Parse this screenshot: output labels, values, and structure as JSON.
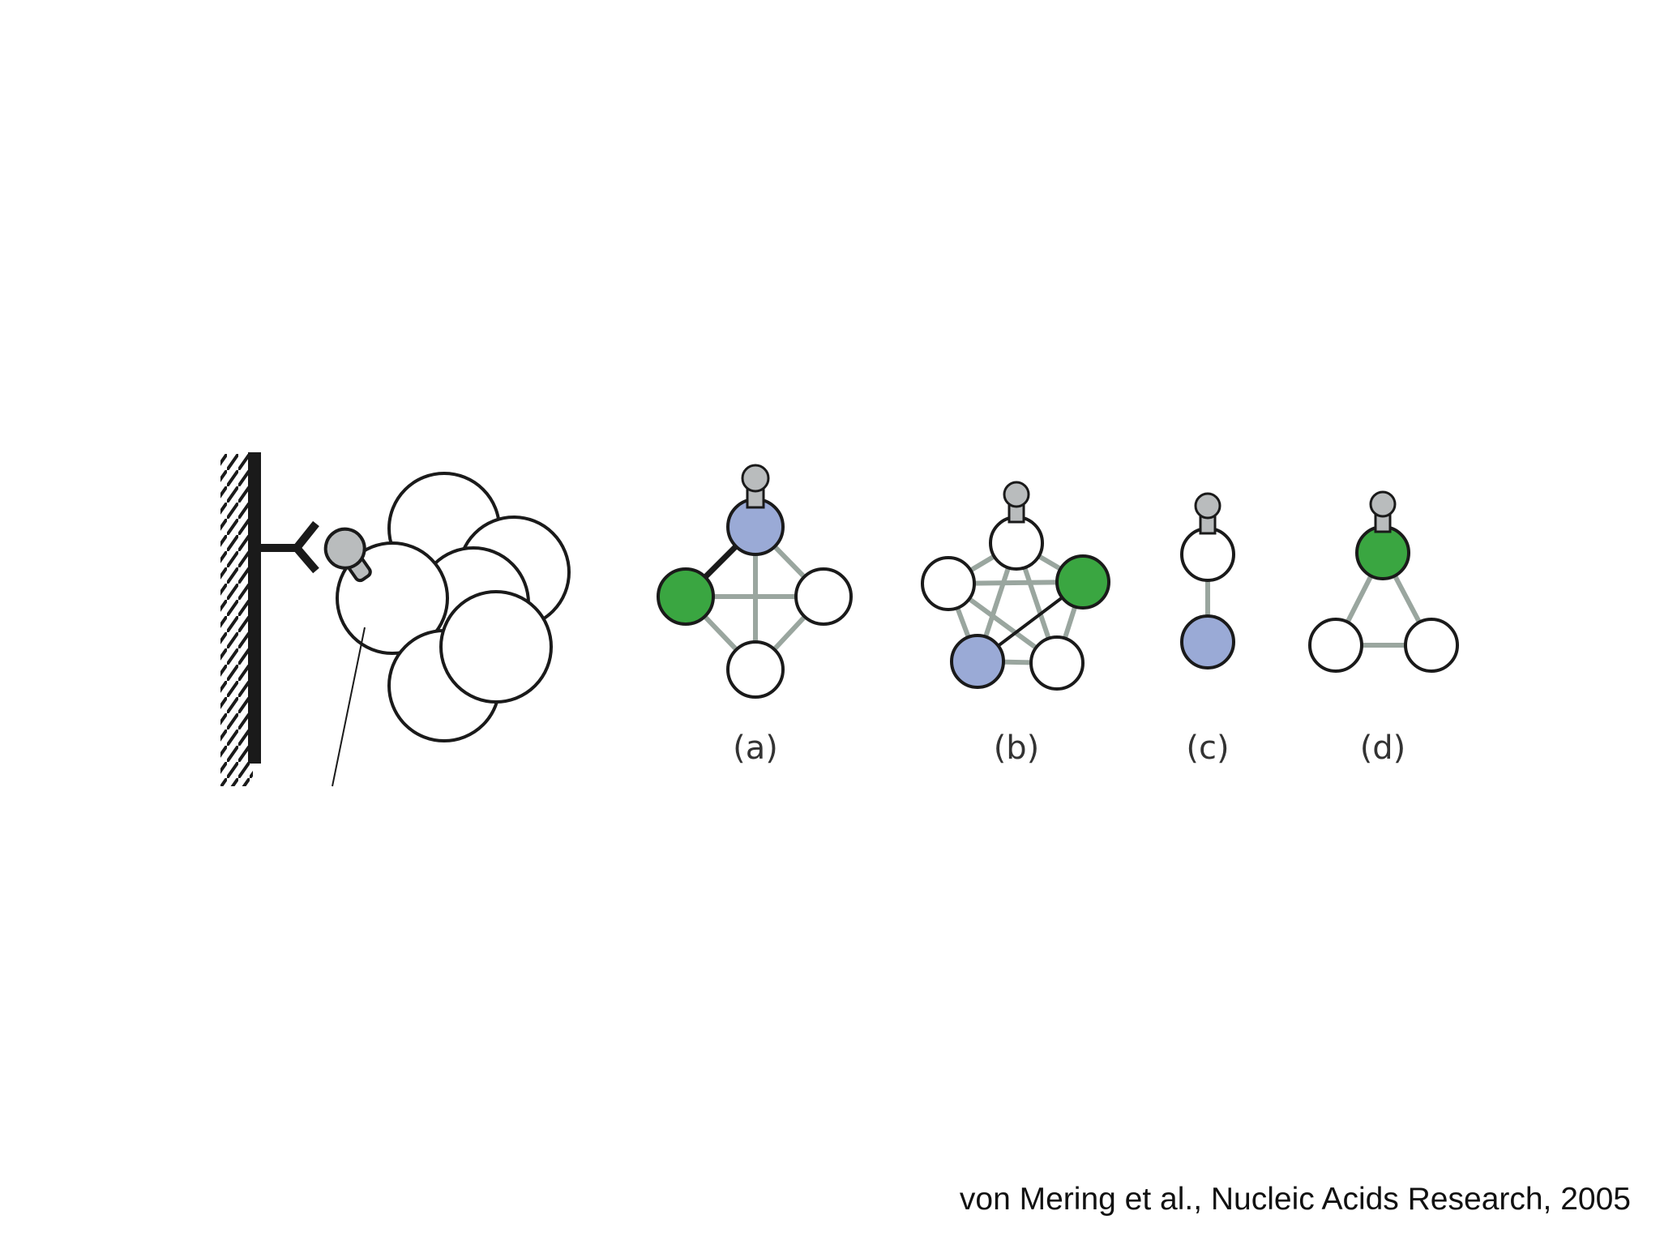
{
  "citation": "von Mering et al., Nucleic Acids Research, 2005",
  "panels": {
    "a": {
      "label": "(a)"
    },
    "b": {
      "label": "(b)"
    },
    "c": {
      "label": "(c)"
    },
    "d": {
      "label": "(d)"
    }
  },
  "colors": {
    "blue_node": "#9aaad6",
    "green_node": "#3aa641",
    "white_node": "#ffffff",
    "pin": "#b9bcbd",
    "grey_edge": "#9aa69f",
    "outline": "#1a1a1a"
  }
}
